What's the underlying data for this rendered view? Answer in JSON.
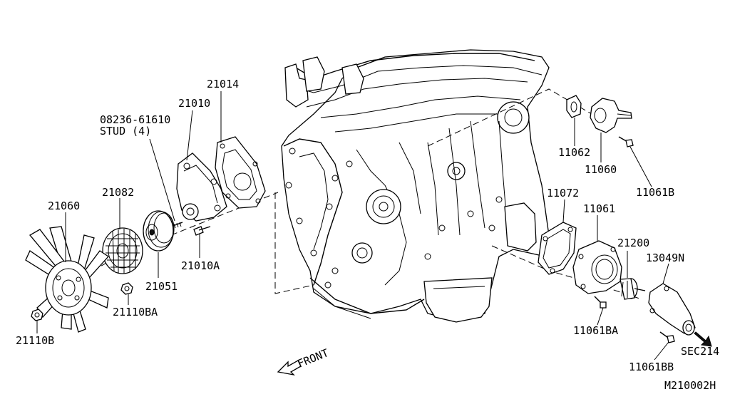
{
  "labels": {
    "stud_part": "08236-61610",
    "stud_desc": "STUD (4)",
    "p21014": "21014",
    "p21010": "21010",
    "p21082": "21082",
    "p21060": "21060",
    "p21010A": "21010A",
    "p21051": "21051",
    "p21110BA": "21110BA",
    "p21110B": "21110B",
    "p11062": "11062",
    "p11060": "11060",
    "p11061B": "11061B",
    "p11072": "11072",
    "p11061": "11061",
    "p21200": "21200",
    "p13049N": "13049N",
    "p11061BA": "11061BA",
    "p11061BB": "11061BB",
    "sec214": "SEC214",
    "front": "FRONT",
    "diagram_id": "M210002H"
  }
}
